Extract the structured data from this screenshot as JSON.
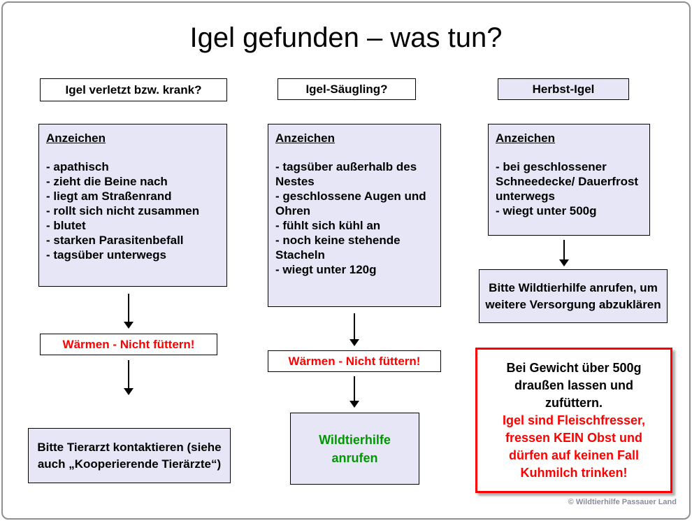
{
  "page": {
    "title": "Igel gefunden – was tun?",
    "copyright": "© Wildtierhilfe Passauer Land"
  },
  "colors": {
    "box_fill": "#e6e6f6",
    "warning_text": "#ff0000",
    "success_text": "#009900",
    "notice_border": "#ff0000"
  },
  "columns": [
    {
      "id": "injured",
      "header": "Igel verletzt bzw. krank?",
      "signs_title": "Anzeichen",
      "signs": [
        "- apathisch",
        "- zieht die Beine nach",
        "- liegt am Straßenrand",
        "- rollt sich nicht zusammen",
        "- blutet",
        "- starken Parasitenbefall",
        "- tagsüber unterwegs"
      ],
      "warning": "Wärmen - Nicht füttern!",
      "final": "Bitte Tierarzt kontaktieren (siehe auch „Kooperierende Tierärzte“)"
    },
    {
      "id": "baby",
      "header": "Igel-Säugling?",
      "signs_title": "Anzeichen",
      "signs": [
        "- tagsüber außerhalb des Nestes",
        "- geschlossene Augen und Ohren",
        "- fühlt sich kühl an",
        "- noch keine stehende Stacheln",
        "- wiegt unter 120g"
      ],
      "warning": "Wärmen - Nicht füttern!",
      "final": "Wildtierhilfe anrufen"
    },
    {
      "id": "autumn",
      "header": "Herbst-Igel",
      "signs_title": "Anzeichen",
      "signs": [
        "- bei geschlossener Schneedecke/ Dauerfrost unterwegs",
        "- wiegt unter 500g"
      ],
      "action": "Bitte Wildtierhilfe anrufen, um weitere Versorgung abzuklären",
      "notice_black": "Bei Gewicht über 500g draußen lassen und zufüttern.",
      "notice_red": "Igel sind Fleischfresser, fressen KEIN Obst und dürfen auf keinen Fall Kuhmilch trinken!"
    }
  ]
}
